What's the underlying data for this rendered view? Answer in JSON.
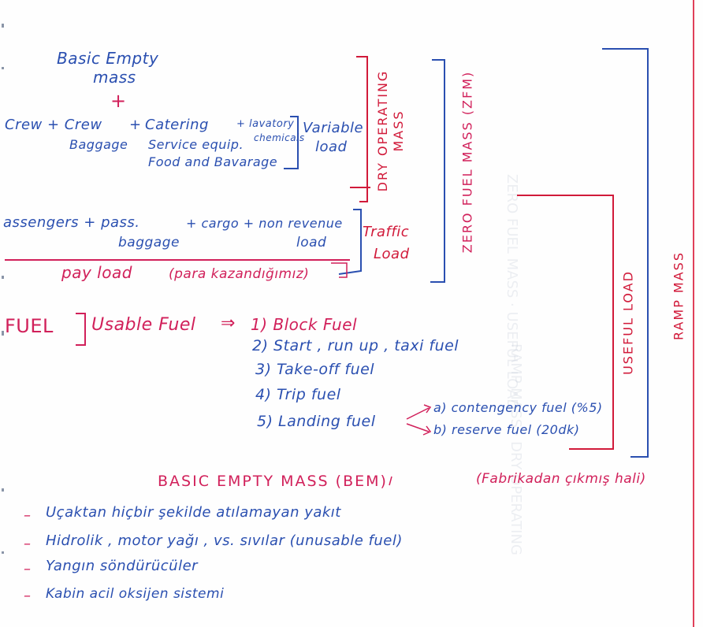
{
  "diagram": {
    "bem_title": {
      "line1": "Basic Empty",
      "line2": "mass"
    },
    "plus": "+",
    "crew": {
      "line1": "Crew + Crew",
      "line2": "Baggage",
      "plus": "+"
    },
    "catering": {
      "line1": "Catering",
      "line2": "Service equip.",
      "line3": "Food and Bavarage"
    },
    "lavatory": {
      "line1": "+ lavatory",
      "line2": "chemicals"
    },
    "variable_load": {
      "line1": "Variable",
      "line2": "load"
    },
    "dry_operating_mass": {
      "line1": "DRY OPERATING",
      "line2": "MASS"
    },
    "passengers": {
      "line1": "assengers + pass.",
      "line2": "baggage"
    },
    "cargo": {
      "line1": "+ cargo + non revenue",
      "line2": "load"
    },
    "traffic_load": {
      "line1": "Traffic",
      "line2": "Load"
    },
    "pay_load": {
      "label": "pay load",
      "note": "(para kazandığımız)"
    },
    "zero_fuel_mass": "ZERO FUEL MASS (ZFM)",
    "fuel": {
      "label": "FUEL",
      "usable": "Usable Fuel",
      "arrow": "⇒",
      "items": [
        "1) Block Fuel",
        "2) Start , run up , taxi fuel",
        "3) Take-off fuel",
        "4) Trip fuel",
        "5) Landing fuel"
      ],
      "landing_sub": [
        "a) contengency fuel (%5)",
        "b) reserve fuel (20dk)"
      ]
    },
    "useful_load": "USEFUL LOAD",
    "ramp_mass": "RAMP MASS"
  },
  "notes": {
    "heading": "BASIC EMPTY MASS (BEM)",
    "heading_note": "(Fabrikadan çıkmış hali)",
    "items": [
      "Uçaktan hiçbir şekilde atılamayan yakıt",
      "Hidrolik , motor yağı , vs. sıvılar (unusable fuel)",
      "Yangın söndürücüler",
      "Kabin acil oksijen sistemi"
    ],
    "bullet": "–"
  },
  "colors": {
    "blue": "#2a4fb0",
    "pink": "#d1205a",
    "red": "#d11a3a",
    "margin": "#e0405a"
  }
}
